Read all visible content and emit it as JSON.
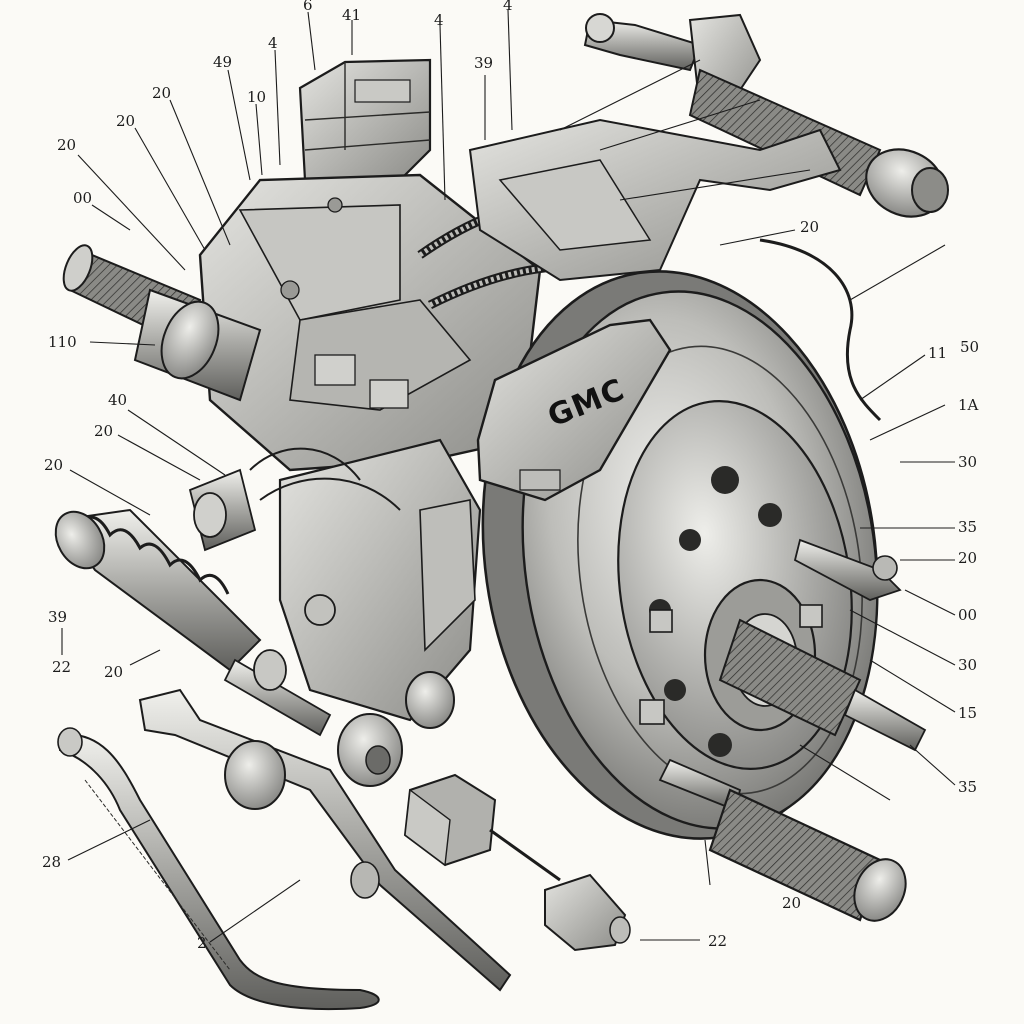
{
  "diagram": {
    "brand_logo": "GMC",
    "callouts": [
      {
        "id": "c01",
        "text": "6"
      },
      {
        "id": "c02",
        "text": "41"
      },
      {
        "id": "c03",
        "text": "4"
      },
      {
        "id": "c04",
        "text": "4"
      },
      {
        "id": "c05",
        "text": "39"
      },
      {
        "id": "c06",
        "text": "4"
      },
      {
        "id": "c07",
        "text": "49"
      },
      {
        "id": "c08",
        "text": "10"
      },
      {
        "id": "c09",
        "text": "20"
      },
      {
        "id": "c10",
        "text": "20"
      },
      {
        "id": "c11",
        "text": "20"
      },
      {
        "id": "c12",
        "text": "00"
      },
      {
        "id": "c13",
        "text": "20"
      },
      {
        "id": "c14",
        "text": "110"
      },
      {
        "id": "c15",
        "text": "11"
      },
      {
        "id": "c16",
        "text": "50"
      },
      {
        "id": "c17",
        "text": "1A"
      },
      {
        "id": "c18",
        "text": "40"
      },
      {
        "id": "c19",
        "text": "20"
      },
      {
        "id": "c20",
        "text": "20"
      },
      {
        "id": "c21",
        "text": "30"
      },
      {
        "id": "c22",
        "text": "35"
      },
      {
        "id": "c23",
        "text": "20"
      },
      {
        "id": "c24",
        "text": "00"
      },
      {
        "id": "c25",
        "text": "39"
      },
      {
        "id": "c26",
        "text": "22"
      },
      {
        "id": "c27",
        "text": "20"
      },
      {
        "id": "c28",
        "text": "30"
      },
      {
        "id": "c29",
        "text": "15"
      },
      {
        "id": "c30",
        "text": "35"
      },
      {
        "id": "c31",
        "text": "28"
      },
      {
        "id": "c32",
        "text": "20"
      },
      {
        "id": "c33",
        "text": "2"
      },
      {
        "id": "c34",
        "text": "22"
      }
    ]
  },
  "colors": {
    "ink": "#1c1c1c",
    "metal_light": "#d9d9d6",
    "metal_mid": "#a9a9a6",
    "metal_dark": "#6e6e6b",
    "paper": "#fbfaf6"
  }
}
